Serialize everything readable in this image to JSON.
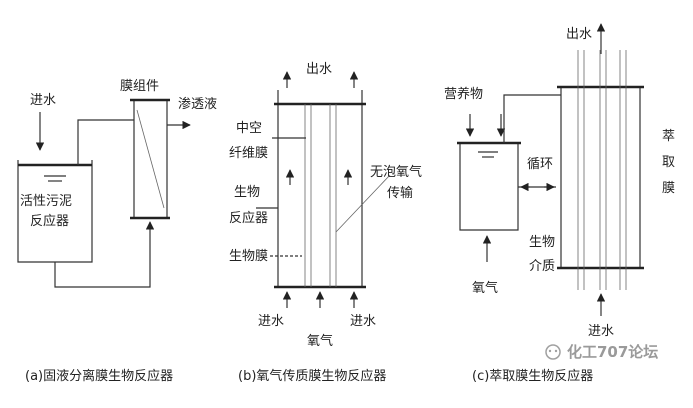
{
  "panel_a": {
    "inlet": "进水",
    "membrane_module": "膜组件",
    "permeate": "渗透液",
    "reactor_line1": "活性污泥",
    "reactor_line2": "反应器",
    "caption": "(a)固液分离膜生物反应器"
  },
  "panel_b": {
    "outlet": "出水",
    "hollow_line1": "中空",
    "hollow_line2": "纤维膜",
    "bioreactor_line1": "生物",
    "bioreactor_line2": "反应器",
    "biofilm": "生物膜",
    "bubbleless_line1": "无泡氧气",
    "bubbleless_line2": "传输",
    "inlet_left": "进水",
    "inlet_right": "进水",
    "oxygen": "氧气",
    "caption": "(b)氧气传质膜生物反应器"
  },
  "panel_c": {
    "outlet": "出水",
    "nutrients": "营养物",
    "circulation": "循环",
    "extraction_membrane_1": "萃",
    "extraction_membrane_2": "取",
    "extraction_membrane_3": "膜",
    "bio_medium_line1": "生物",
    "bio_medium_line2": "介质",
    "oxygen": "氧气",
    "inlet": "进水",
    "caption": "(c)萃取膜生物反应器"
  },
  "watermark": "化工707论坛"
}
